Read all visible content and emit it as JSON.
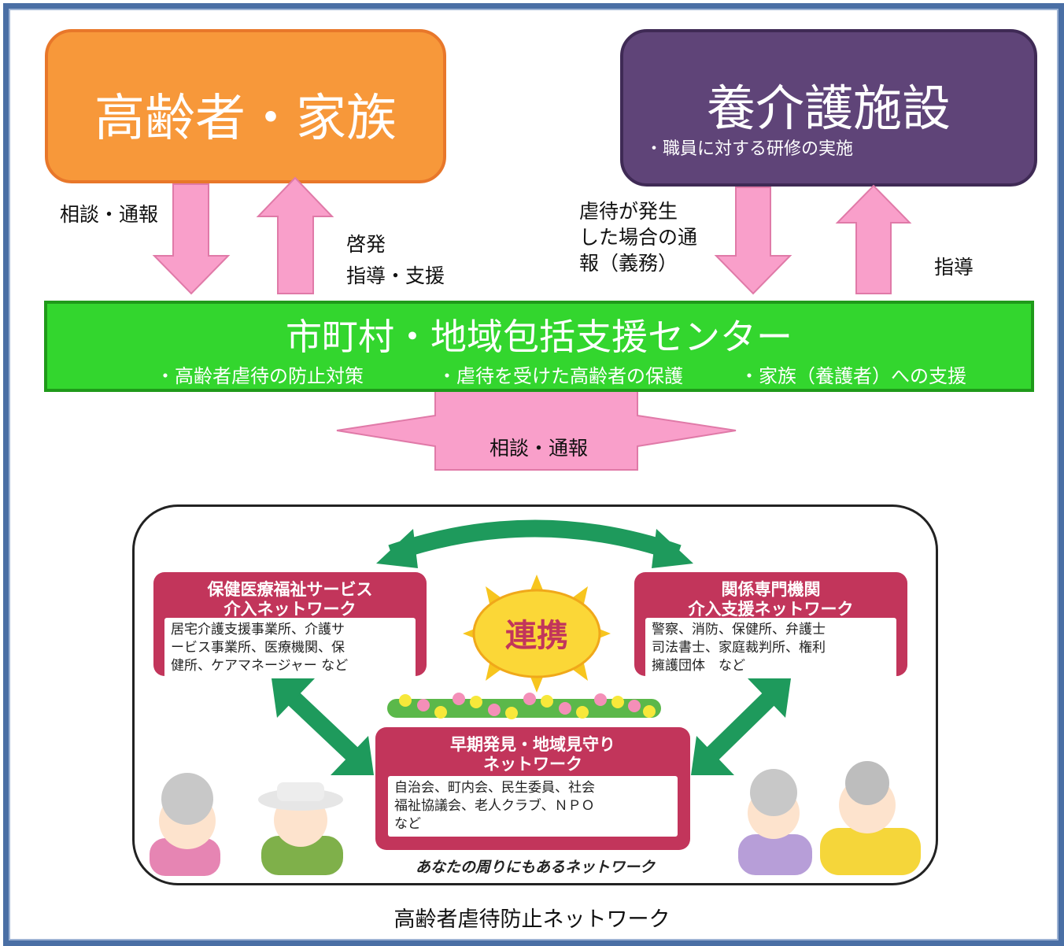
{
  "family": {
    "title": "高齢者・家族"
  },
  "facility": {
    "title": "養介護施設",
    "subtitle": "・職員に対する研修の実施"
  },
  "center": {
    "title": "市町村・地域包括支援センター",
    "items": [
      "・高齢者虐待の防止対策",
      "・虐待を受けた高齢者の保護",
      "・家族（養護者）への支援"
    ]
  },
  "arrow_labels": {
    "consult_left": "相談・通報",
    "enlighten_1": "啓発",
    "enlighten_2": "指導・支援",
    "report_1": "虐待が発生",
    "report_2": "した場合の通",
    "report_3": "報（義務）",
    "guidance": "指導",
    "consult_center": "相談・通報"
  },
  "network": {
    "left_card": {
      "title_1": "保健医療福祉サービス",
      "title_2": "介入ネットワーク",
      "body_1": "居宅介護支援事業所、介護サ",
      "body_2": "ービス事業所、医療機関、保",
      "body_3": "健所、ケアマネージャー など"
    },
    "right_card": {
      "title_1": "関係専門機関",
      "title_2": "介入支援ネットワーク",
      "body_1": "警察、消防、保健所、弁護士",
      "body_2": "司法書士、家庭裁判所、権利",
      "body_3": "擁護団体　など"
    },
    "bottom_card": {
      "title_1": "早期発見・地域見守り",
      "title_2": "ネットワーク",
      "body_1": "自治会、町内会、民生委員、社会",
      "body_2": "福祉協議会、老人クラブ、ＮＰＯ",
      "body_3": "など"
    },
    "sun_label": "連携",
    "footer": "あなたの周りにもあるネットワーク"
  },
  "caption": "高齢者虐待防止ネットワーク",
  "colors": {
    "family": "#f7983a",
    "facility": "#5f4478",
    "center": "#33d62e",
    "arrow": "#f99fca",
    "card": "#c2355b",
    "network_arrow": "#1e9a5c",
    "sun": "#f7c51e"
  }
}
